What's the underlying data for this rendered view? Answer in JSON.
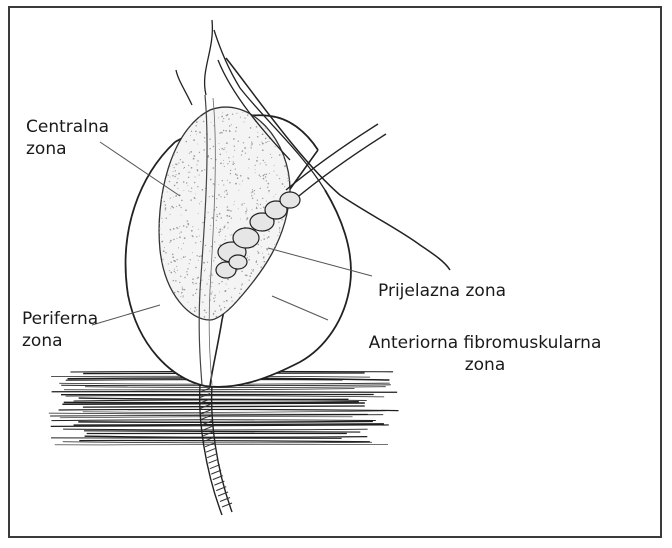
{
  "labels": {
    "central": [
      "Centralna",
      "zona"
    ],
    "peripheral": [
      "Periferna",
      "zona"
    ],
    "transition": [
      "Prijelazna zona"
    ],
    "anterior": [
      "Anteriorna fibromuskularna",
      "zona"
    ]
  },
  "colors": {
    "frame": "#3a3a3a",
    "line": "#222222",
    "leader": "#555555",
    "stipple": "#9a9a9a",
    "muscle": "#1f1f1f",
    "text": "#1a1a1a"
  }
}
